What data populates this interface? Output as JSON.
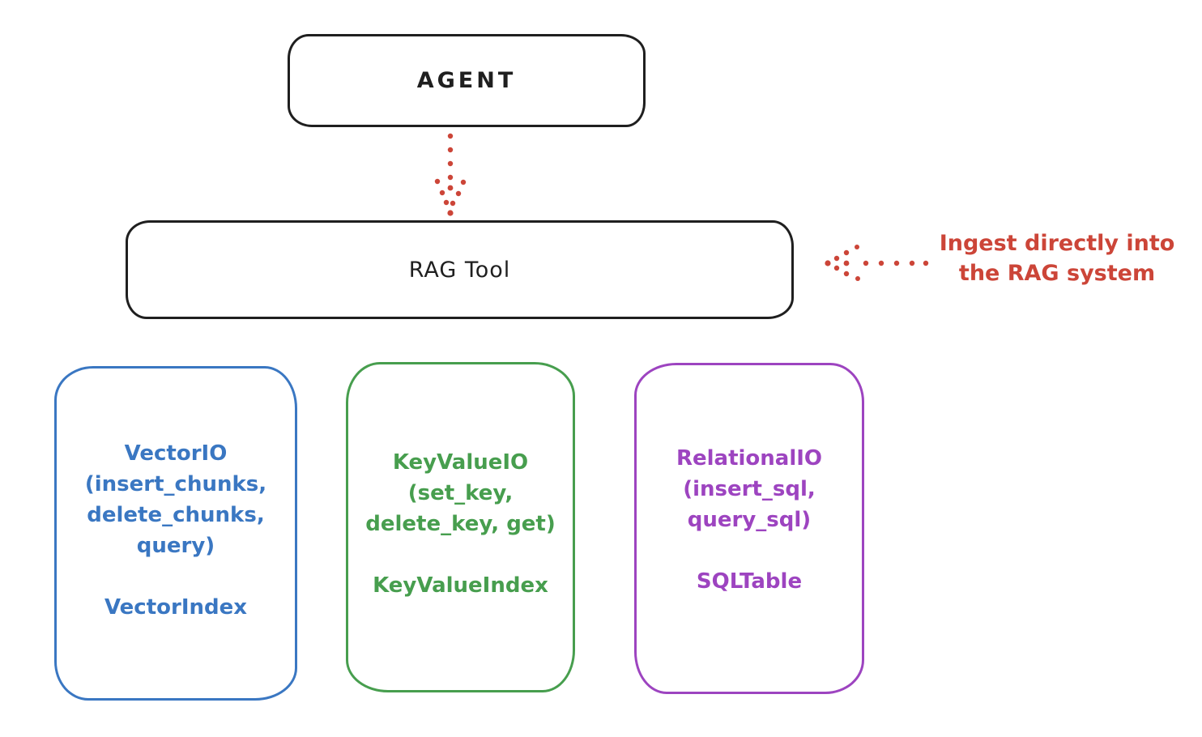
{
  "diagram": {
    "agent": {
      "label": "AGENT"
    },
    "rag_tool": {
      "label": "RAG Tool"
    },
    "annotation": {
      "line1": "Ingest directly into",
      "line2": "the RAG system"
    },
    "cards": {
      "vector": {
        "title_lines": "VectorIO\n(insert_chunks,\ndelete_chunks,\nquery)",
        "index_label": "VectorIndex",
        "color": "#3a77c2"
      },
      "keyvalue": {
        "title_lines": "KeyValueIO\n(set_key,\ndelete_key, get)",
        "index_label": "KeyValueIndex",
        "color": "#479e4e"
      },
      "relational": {
        "title_lines": "RelationalIO\n(insert_sql,\nquery_sql)",
        "index_label": "SQLTable",
        "color": "#9d44c0"
      }
    },
    "colors": {
      "stroke": "#1f1f1f",
      "accent_red": "#cc4538",
      "blue": "#3a77c2",
      "green": "#479e4e",
      "purple": "#9d44c0"
    }
  }
}
